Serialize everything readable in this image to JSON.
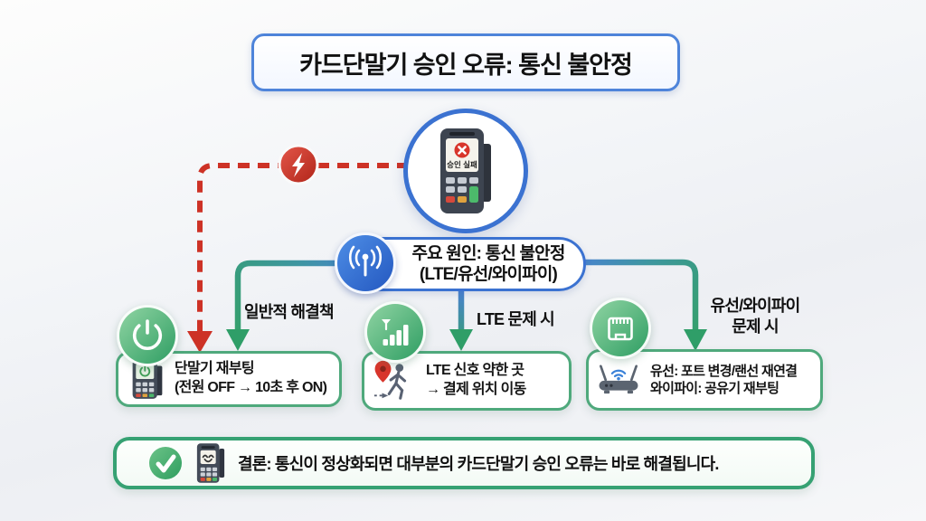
{
  "title": "카드단말기 승인 오류: 통신 불안정",
  "terminal_node": {
    "screen_label": "승인 실패"
  },
  "cause_node": {
    "line1": "주요 원인: 통신 불안정",
    "line2": "(LTE/유선/와이파이)"
  },
  "branch_labels": {
    "general": "일반적 해결책",
    "lte": "LTE 문제 시",
    "wired_line1": "유선/와이파이",
    "wired_line2": "문제 시"
  },
  "solutions": {
    "reboot": {
      "line1": "단말기 재부팅",
      "line2": "(전원 OFF → 10초 후 ON)"
    },
    "lte": {
      "line1": "LTE 신호 약한 곳",
      "line2": "→ 결제 위치 이동"
    },
    "wired": {
      "line1": "유선: 포트 변경/랜선 재연결",
      "line2": "와이파이: 공유기 재부팅"
    }
  },
  "conclusion": "결론: 통신이 정상화되면 대부분의 카드단말기 승인 오류는 바로 해결됩니다.",
  "icons": {
    "card_terminal": "card-terminal-icon",
    "error_x": "error-x-icon",
    "lightning": "lightning-icon",
    "antenna": "network-signal-icon",
    "power": "power-icon",
    "signal_bars": "signal-bars-icon",
    "ethernet": "ethernet-port-icon",
    "terminal_power": "terminal-power-icon",
    "location_walk": "location-walk-icon",
    "router": "wifi-router-icon",
    "check": "check-icon",
    "terminal_smile": "terminal-smile-icon"
  },
  "colors": {
    "accent_blue": "#3b72d1",
    "accent_red": "#cd3226",
    "accent_green": "#2f9e68",
    "box_border_green": "#4fa97c",
    "node_blue_fill": "#2f6bd0"
  }
}
